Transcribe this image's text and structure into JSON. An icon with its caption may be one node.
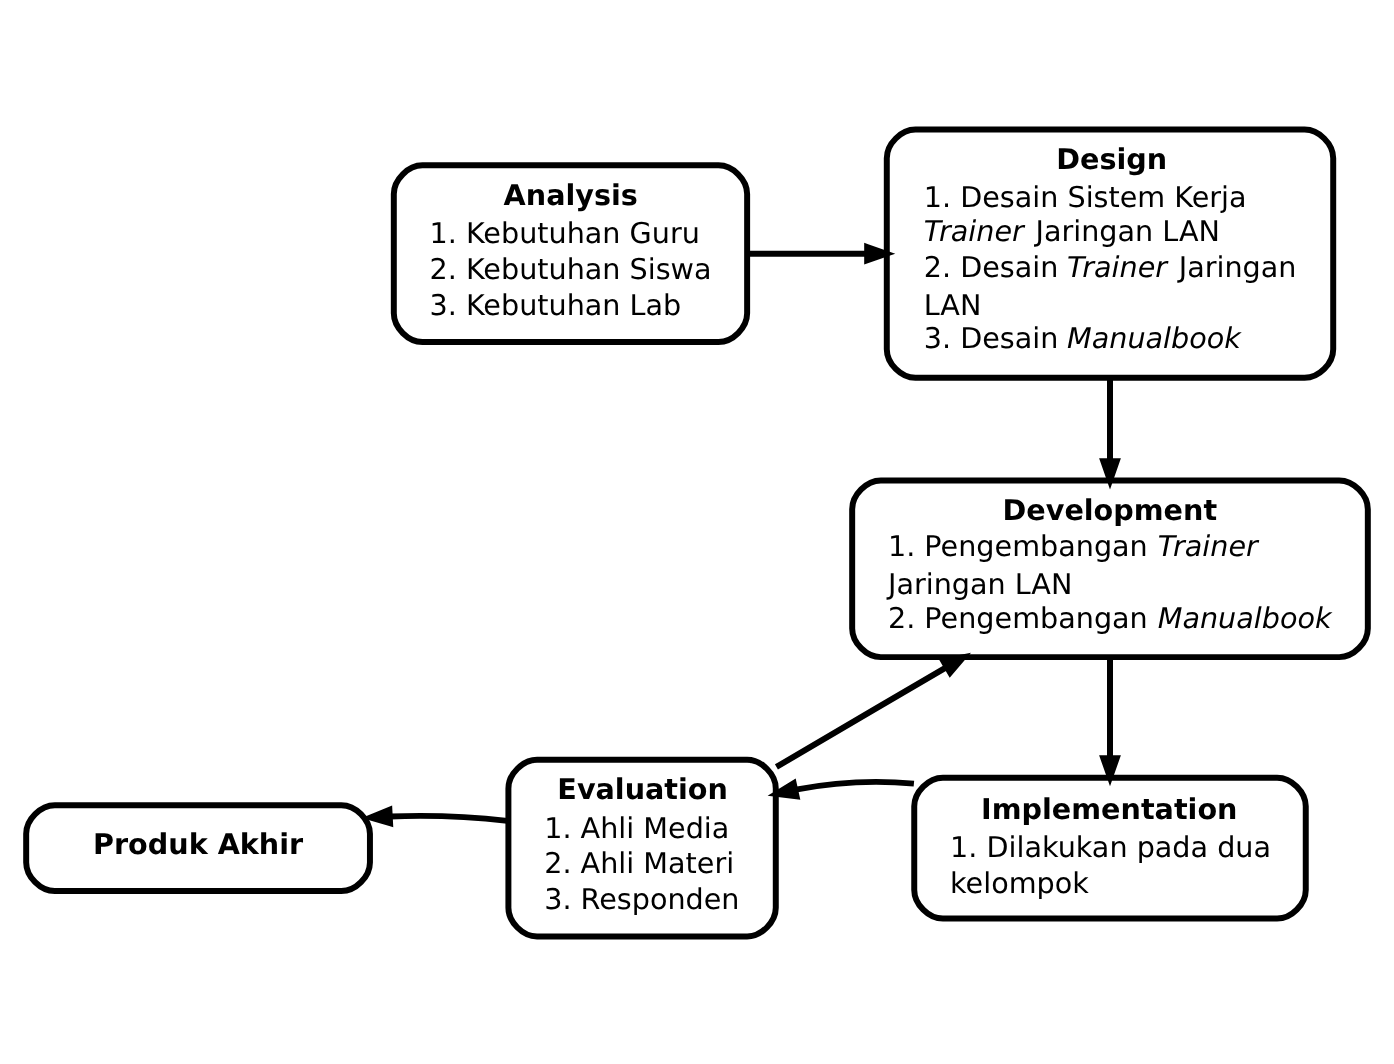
{
  "diagram": {
    "nodes": [
      {
        "text": [
          "Analysis",
          "1. Kebutuhan Guru",
          "2. Kebutuhan Siswa",
          "3. Kebutuhan Lab"
        ]
      },
      {
        "text": [
          "Design",
          "1. Desain Sistem Kerja *Trainer* Jaringan LAN",
          "2. Desain *Trainer* Jaringan LAN",
          "3. Desain *Manualbook*"
        ]
      },
      {
        "text": [
          "Development",
          "1. Pengembangan *Trainer* Jaringan LAN",
          "2. Pengembangan *Manualbook*"
        ]
      },
      {
        "text": [
          "Implementation",
          "1. Dilakukan pada dua kelompok"
        ]
      },
      {
        "text": [
          "Evaluation",
          "1. Ahli Media",
          "2. Ahli Materi",
          "3. Responden"
        ]
      },
      {
        "text": [
          "Produk Akhir"
        ]
      }
    ],
    "edges": [
      {
        "from": 0,
        "to": 1,
        "arrow": "to"
      },
      {
        "from": 1,
        "to": 2,
        "arrow": "to"
      },
      {
        "from": 2,
        "to": 3,
        "arrow": "to"
      },
      {
        "from": 3,
        "to": 4,
        "arrow": "to"
      },
      {
        "from": 4,
        "to": 2,
        "arrow": "to"
      },
      {
        "from": 4,
        "to": 5,
        "arrow": "to"
      }
    ]
  }
}
